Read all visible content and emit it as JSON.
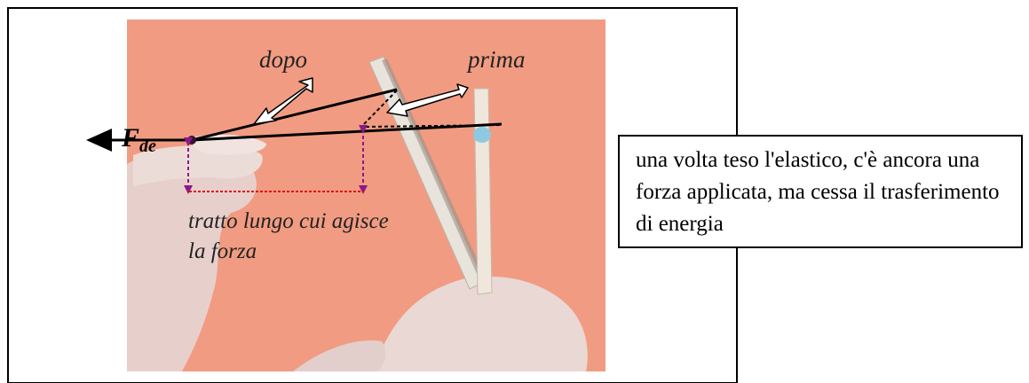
{
  "labels": {
    "after": "dopo",
    "before": "prima",
    "force_main": "F",
    "force_sub": "de",
    "distance": "tratto lungo cui agisce la forza"
  },
  "note": {
    "text": "una volta teso l'elastico, c'è ancora una forza applicata, ma cessa il trasferimento di energia"
  },
  "colors": {
    "photo_background": "#f19c82",
    "vertical_arrows": "#8a1a8a",
    "distance_line": "#e01010",
    "pencil": "#e8e4dc",
    "hand": "#e9d8d4"
  }
}
